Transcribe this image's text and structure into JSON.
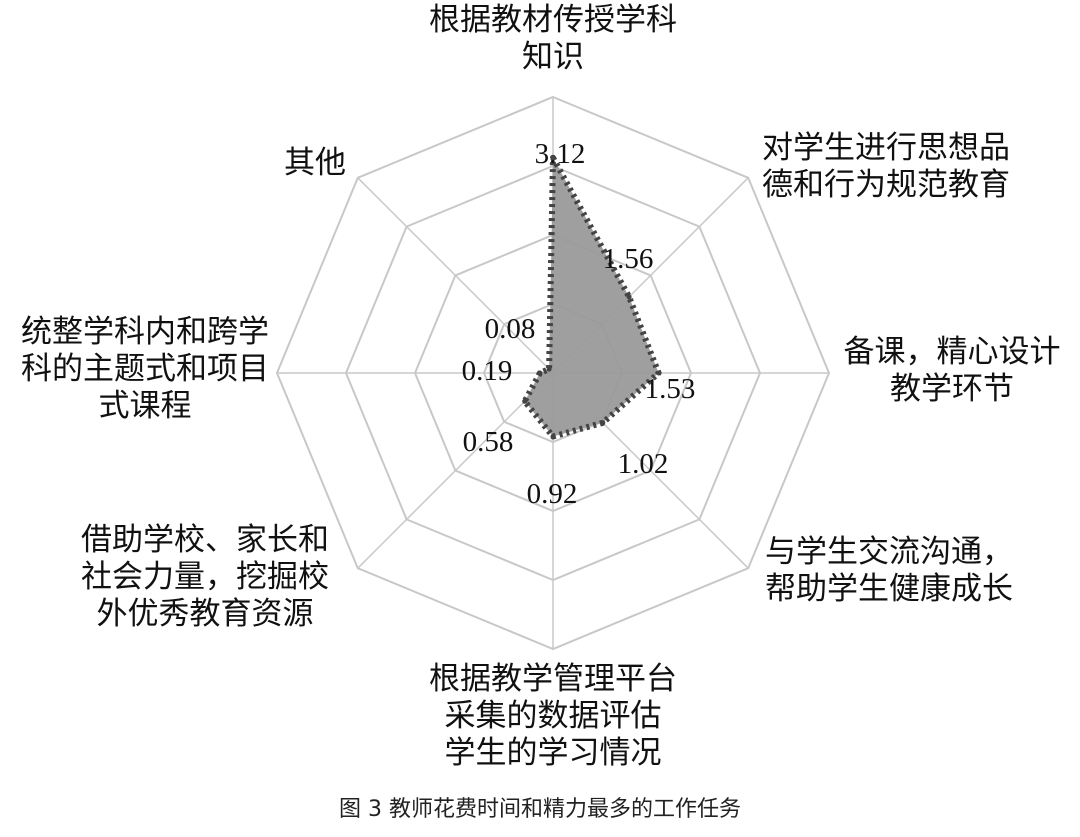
{
  "chart_data": {
    "type": "radar",
    "categories": [
      "根据教材传授学科\n知识",
      "对学生进行思想品\n德和行为规范教育",
      "备课，精心设计\n教学环节",
      "与学生交流沟通，\n帮助学生健康成长",
      "根据教学管理平台\n采集的数据评估\n学生的学习情况",
      "借助学校、家长和\n社会力量，挖掘校\n外优秀教育资源",
      "统整学科内和跨学\n科的主题式和项目\n式课程",
      "其他"
    ],
    "values": [
      3.12,
      1.56,
      1.53,
      1.02,
      0.92,
      0.58,
      0.19,
      0.08
    ],
    "value_labels": [
      "3.12",
      "1.56",
      "1.53",
      "1.02",
      "0.92",
      "0.58",
      "0.19",
      "0.08"
    ],
    "rlim": [
      0,
      4
    ],
    "grid_levels": [
      1,
      2,
      3,
      4
    ],
    "grid": true,
    "legend": "none",
    "series_fill": "#9a9a9a",
    "series_stroke": "#444444",
    "grid_color": "#c8c8c8"
  },
  "caption": "图 3 教师花费时间和精力最多的工作任务"
}
